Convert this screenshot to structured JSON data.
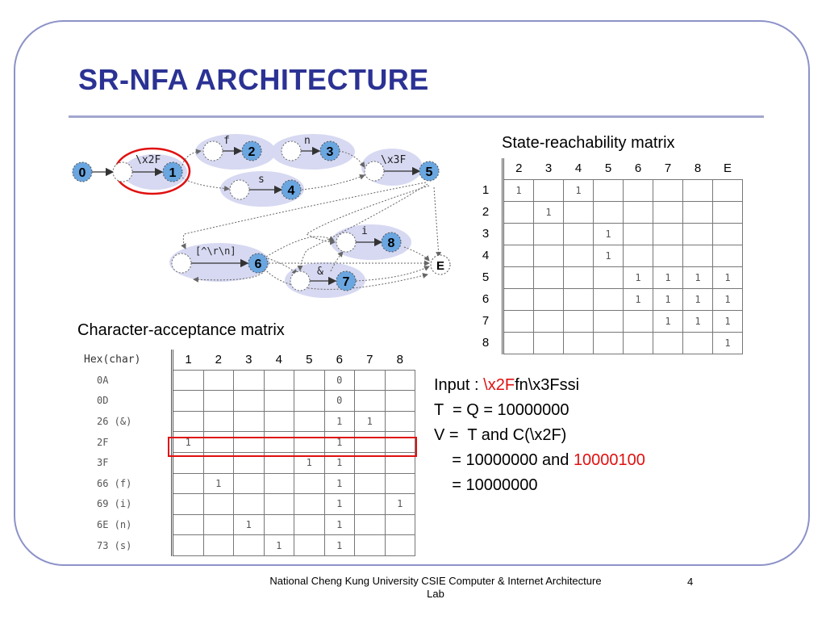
{
  "slide": {
    "title": "SR-NFA ARCHITECTURE",
    "footer": "National Cheng Kung University CSIE Computer & Internet Architecture Lab",
    "page_number": "4"
  },
  "nfa_diagram": {
    "states": [
      "0",
      "1",
      "2",
      "3",
      "4",
      "5",
      "6",
      "7",
      "8",
      "E"
    ],
    "edge_labels": [
      "\\x2F",
      "f",
      "n",
      "s",
      "\\x3F",
      "[^\\r\\n]",
      "i",
      "&"
    ],
    "colors": {
      "state_fill": "#6aa6e0",
      "group_fill": "#d7d9f2",
      "highlight": "#e01010"
    }
  },
  "state_matrix": {
    "title": "State-reachability matrix",
    "columns": [
      "2",
      "3",
      "4",
      "5",
      "6",
      "7",
      "8",
      "E"
    ],
    "rows": [
      {
        "label": "1",
        "cells": [
          "1",
          "",
          "1",
          "",
          "",
          "",
          "",
          ""
        ]
      },
      {
        "label": "2",
        "cells": [
          "",
          "1",
          "",
          "",
          "",
          "",
          "",
          ""
        ]
      },
      {
        "label": "3",
        "cells": [
          "",
          "",
          "",
          "1",
          "",
          "",
          "",
          ""
        ]
      },
      {
        "label": "4",
        "cells": [
          "",
          "",
          "",
          "1",
          "",
          "",
          "",
          ""
        ]
      },
      {
        "label": "5",
        "cells": [
          "",
          "",
          "",
          "",
          "1",
          "1",
          "1",
          "1"
        ]
      },
      {
        "label": "6",
        "cells": [
          "",
          "",
          "",
          "",
          "1",
          "1",
          "1",
          "1"
        ]
      },
      {
        "label": "7",
        "cells": [
          "",
          "",
          "",
          "",
          "",
          "1",
          "1",
          "1"
        ]
      },
      {
        "label": "8",
        "cells": [
          "",
          "",
          "",
          "",
          "",
          "",
          "",
          "1"
        ]
      }
    ]
  },
  "char_matrix": {
    "title": "Character-acceptance matrix",
    "header": "Hex(char)",
    "columns": [
      "1",
      "2",
      "3",
      "4",
      "5",
      "6",
      "7",
      "8"
    ],
    "rows": [
      {
        "label": "0A",
        "cells": [
          "",
          "",
          "",
          "",
          "",
          "0",
          "",
          ""
        ]
      },
      {
        "label": "0D",
        "cells": [
          "",
          "",
          "",
          "",
          "",
          "0",
          "",
          ""
        ]
      },
      {
        "label": "26 (&)",
        "cells": [
          "",
          "",
          "",
          "",
          "",
          "1",
          "1",
          ""
        ]
      },
      {
        "label": "2F",
        "cells": [
          "1",
          "",
          "",
          "",
          "",
          "1",
          "",
          ""
        ]
      },
      {
        "label": "3F",
        "cells": [
          "",
          "",
          "",
          "",
          "1",
          "1",
          "",
          ""
        ]
      },
      {
        "label": "66 (f)",
        "cells": [
          "",
          "1",
          "",
          "",
          "",
          "1",
          "",
          ""
        ]
      },
      {
        "label": "69 (i)",
        "cells": [
          "",
          "",
          "",
          "",
          "",
          "1",
          "",
          "1"
        ]
      },
      {
        "label": "6E (n)",
        "cells": [
          "",
          "",
          "1",
          "",
          "",
          "1",
          "",
          ""
        ]
      },
      {
        "label": "73 (s)",
        "cells": [
          "",
          "",
          "",
          "1",
          "",
          "1",
          "",
          ""
        ]
      }
    ]
  },
  "explanation": {
    "input_prefix": "Input : ",
    "input_highlight": "\\x2F",
    "input_rest": "fn\\x3Fssi",
    "line_t": "T  = Q = 10000000",
    "line_v": "V =  T and C(\\x2F)",
    "line_result_prefix": "    = 10000000 and ",
    "line_result_highlight": "10000100",
    "line_final": "    = 10000000"
  }
}
